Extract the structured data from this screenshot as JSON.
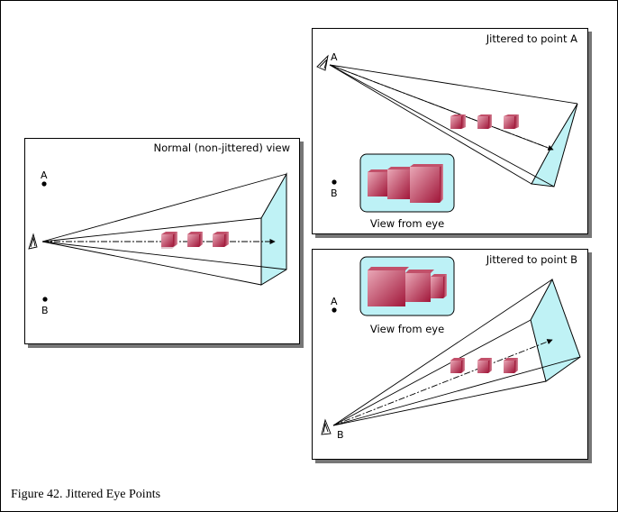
{
  "panels": {
    "normal": {
      "title": "Normal (non-jittered) view",
      "label_a": "A",
      "label_b": "B"
    },
    "jittered_a": {
      "title": "Jittered to point A",
      "label_a": "A",
      "label_b": "B",
      "inset_caption": "View from eye"
    },
    "jittered_b": {
      "title": "Jittered to point B",
      "label_a": "A",
      "label_b": "B",
      "inset_caption": "View from eye"
    }
  },
  "caption": "Figure 42. Jittered Eye Points",
  "colors": {
    "frustum_face": "#bff2f5",
    "inset_bg": "#bdf1f6",
    "cube": "#b32342",
    "shadow": "#777777"
  }
}
